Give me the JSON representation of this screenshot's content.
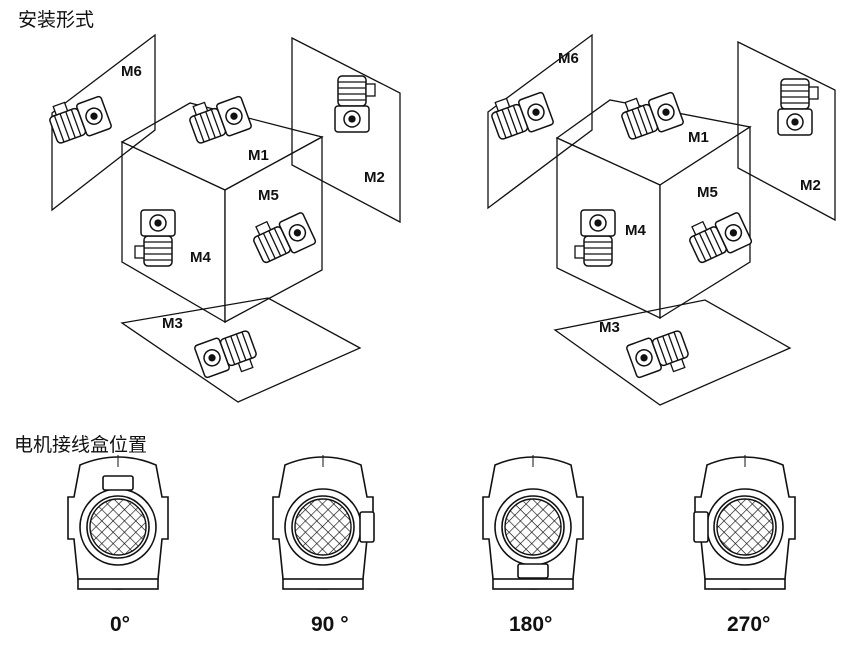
{
  "headings": {
    "mounting_positions": "安装形式",
    "terminal_box_positions": "电机接线盒位置"
  },
  "left_diagram": {
    "labels": {
      "m1": "M1",
      "m2": "M2",
      "m3": "M3",
      "m4": "M4",
      "m5": "M5",
      "m6": "M6"
    }
  },
  "right_diagram": {
    "labels": {
      "m1": "M1",
      "m2": "M2",
      "m3": "M3",
      "m4": "M4",
      "m5": "M5",
      "m6": "M6"
    }
  },
  "terminal_positions": [
    {
      "label": "0°"
    },
    {
      "label": "90 °"
    },
    {
      "label": "180°"
    },
    {
      "label": "270°"
    }
  ],
  "colors": {
    "line": "#111111",
    "motor_fill": "#ffffff",
    "shade": "#bdbdbd"
  }
}
